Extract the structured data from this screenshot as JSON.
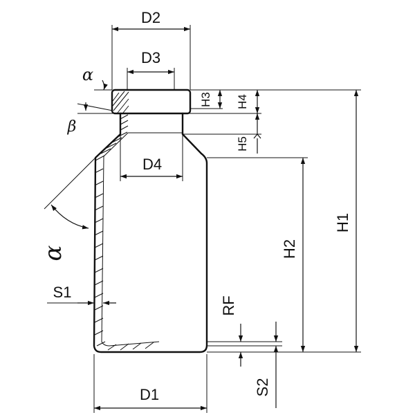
{
  "labels": {
    "d1": "D1",
    "d2": "D2",
    "d3": "D3",
    "d4": "D4",
    "h1": "H1",
    "h2": "H2",
    "h3": "H3",
    "h4": "H4",
    "h5": "H5",
    "s1": "S1",
    "s2": "S2",
    "rf": "RF",
    "alpha_small": "α",
    "beta": "β",
    "alpha_large": "α"
  }
}
